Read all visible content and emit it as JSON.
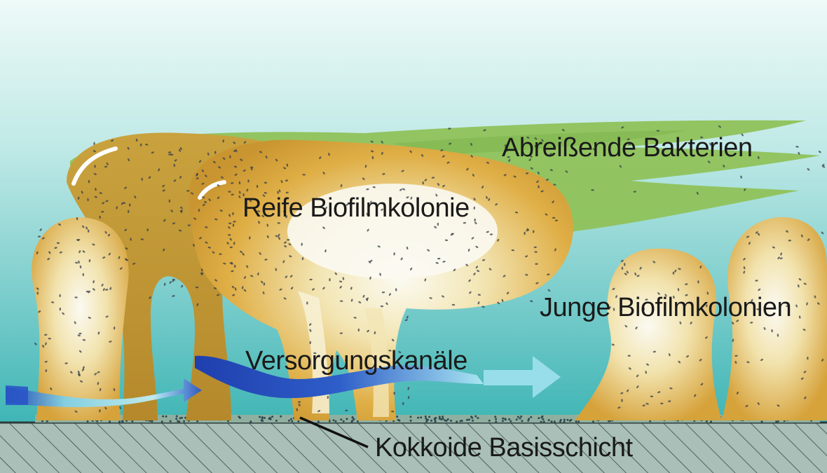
{
  "labels": {
    "detaching_bacteria": "Abreißende Bakterien",
    "mature_colony": "Reife Biofilmkolonie",
    "young_colonies": "Junge Biofilmkolonien",
    "supply_channels": "Versorgungskanäle",
    "coccoid_base_layer": "Kokkoide Basisschicht"
  },
  "colors": {
    "water_top": "#dff5f2",
    "water_bottom": "#3fb5b5",
    "biofilm_outer": "#d9a93a",
    "biofilm_inner": "#f6f2df",
    "detaching_film": "#8fc25a",
    "channel_dark": "#1f3fae",
    "channel_light": "#9fe1ee",
    "substrate": "#a9bfb8",
    "hatch": "#3a4a48"
  }
}
